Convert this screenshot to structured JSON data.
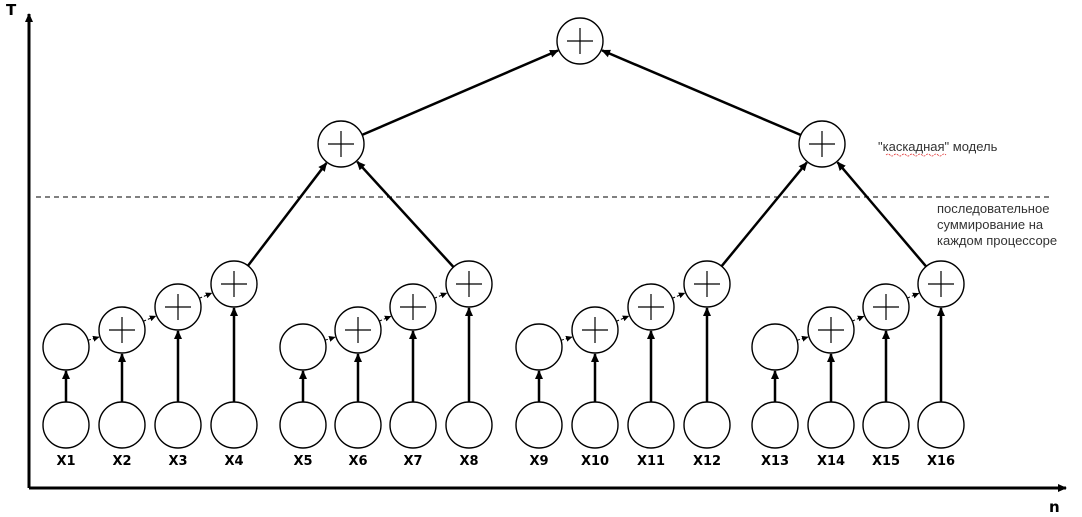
{
  "axes": {
    "y_label": "T",
    "x_label": "n"
  },
  "inputs": [
    "X1",
    "X2",
    "X3",
    "X4",
    "X5",
    "X6",
    "X7",
    "X8",
    "X9",
    "X10",
    "X11",
    "X12",
    "X13",
    "X14",
    "X15",
    "X16"
  ],
  "annotations": {
    "cascade_model": "\"каскадная\" модель",
    "sequential_lines": [
      "последовательное",
      "суммирование на",
      "каждом процессоре"
    ]
  },
  "node_symbol": "+"
}
